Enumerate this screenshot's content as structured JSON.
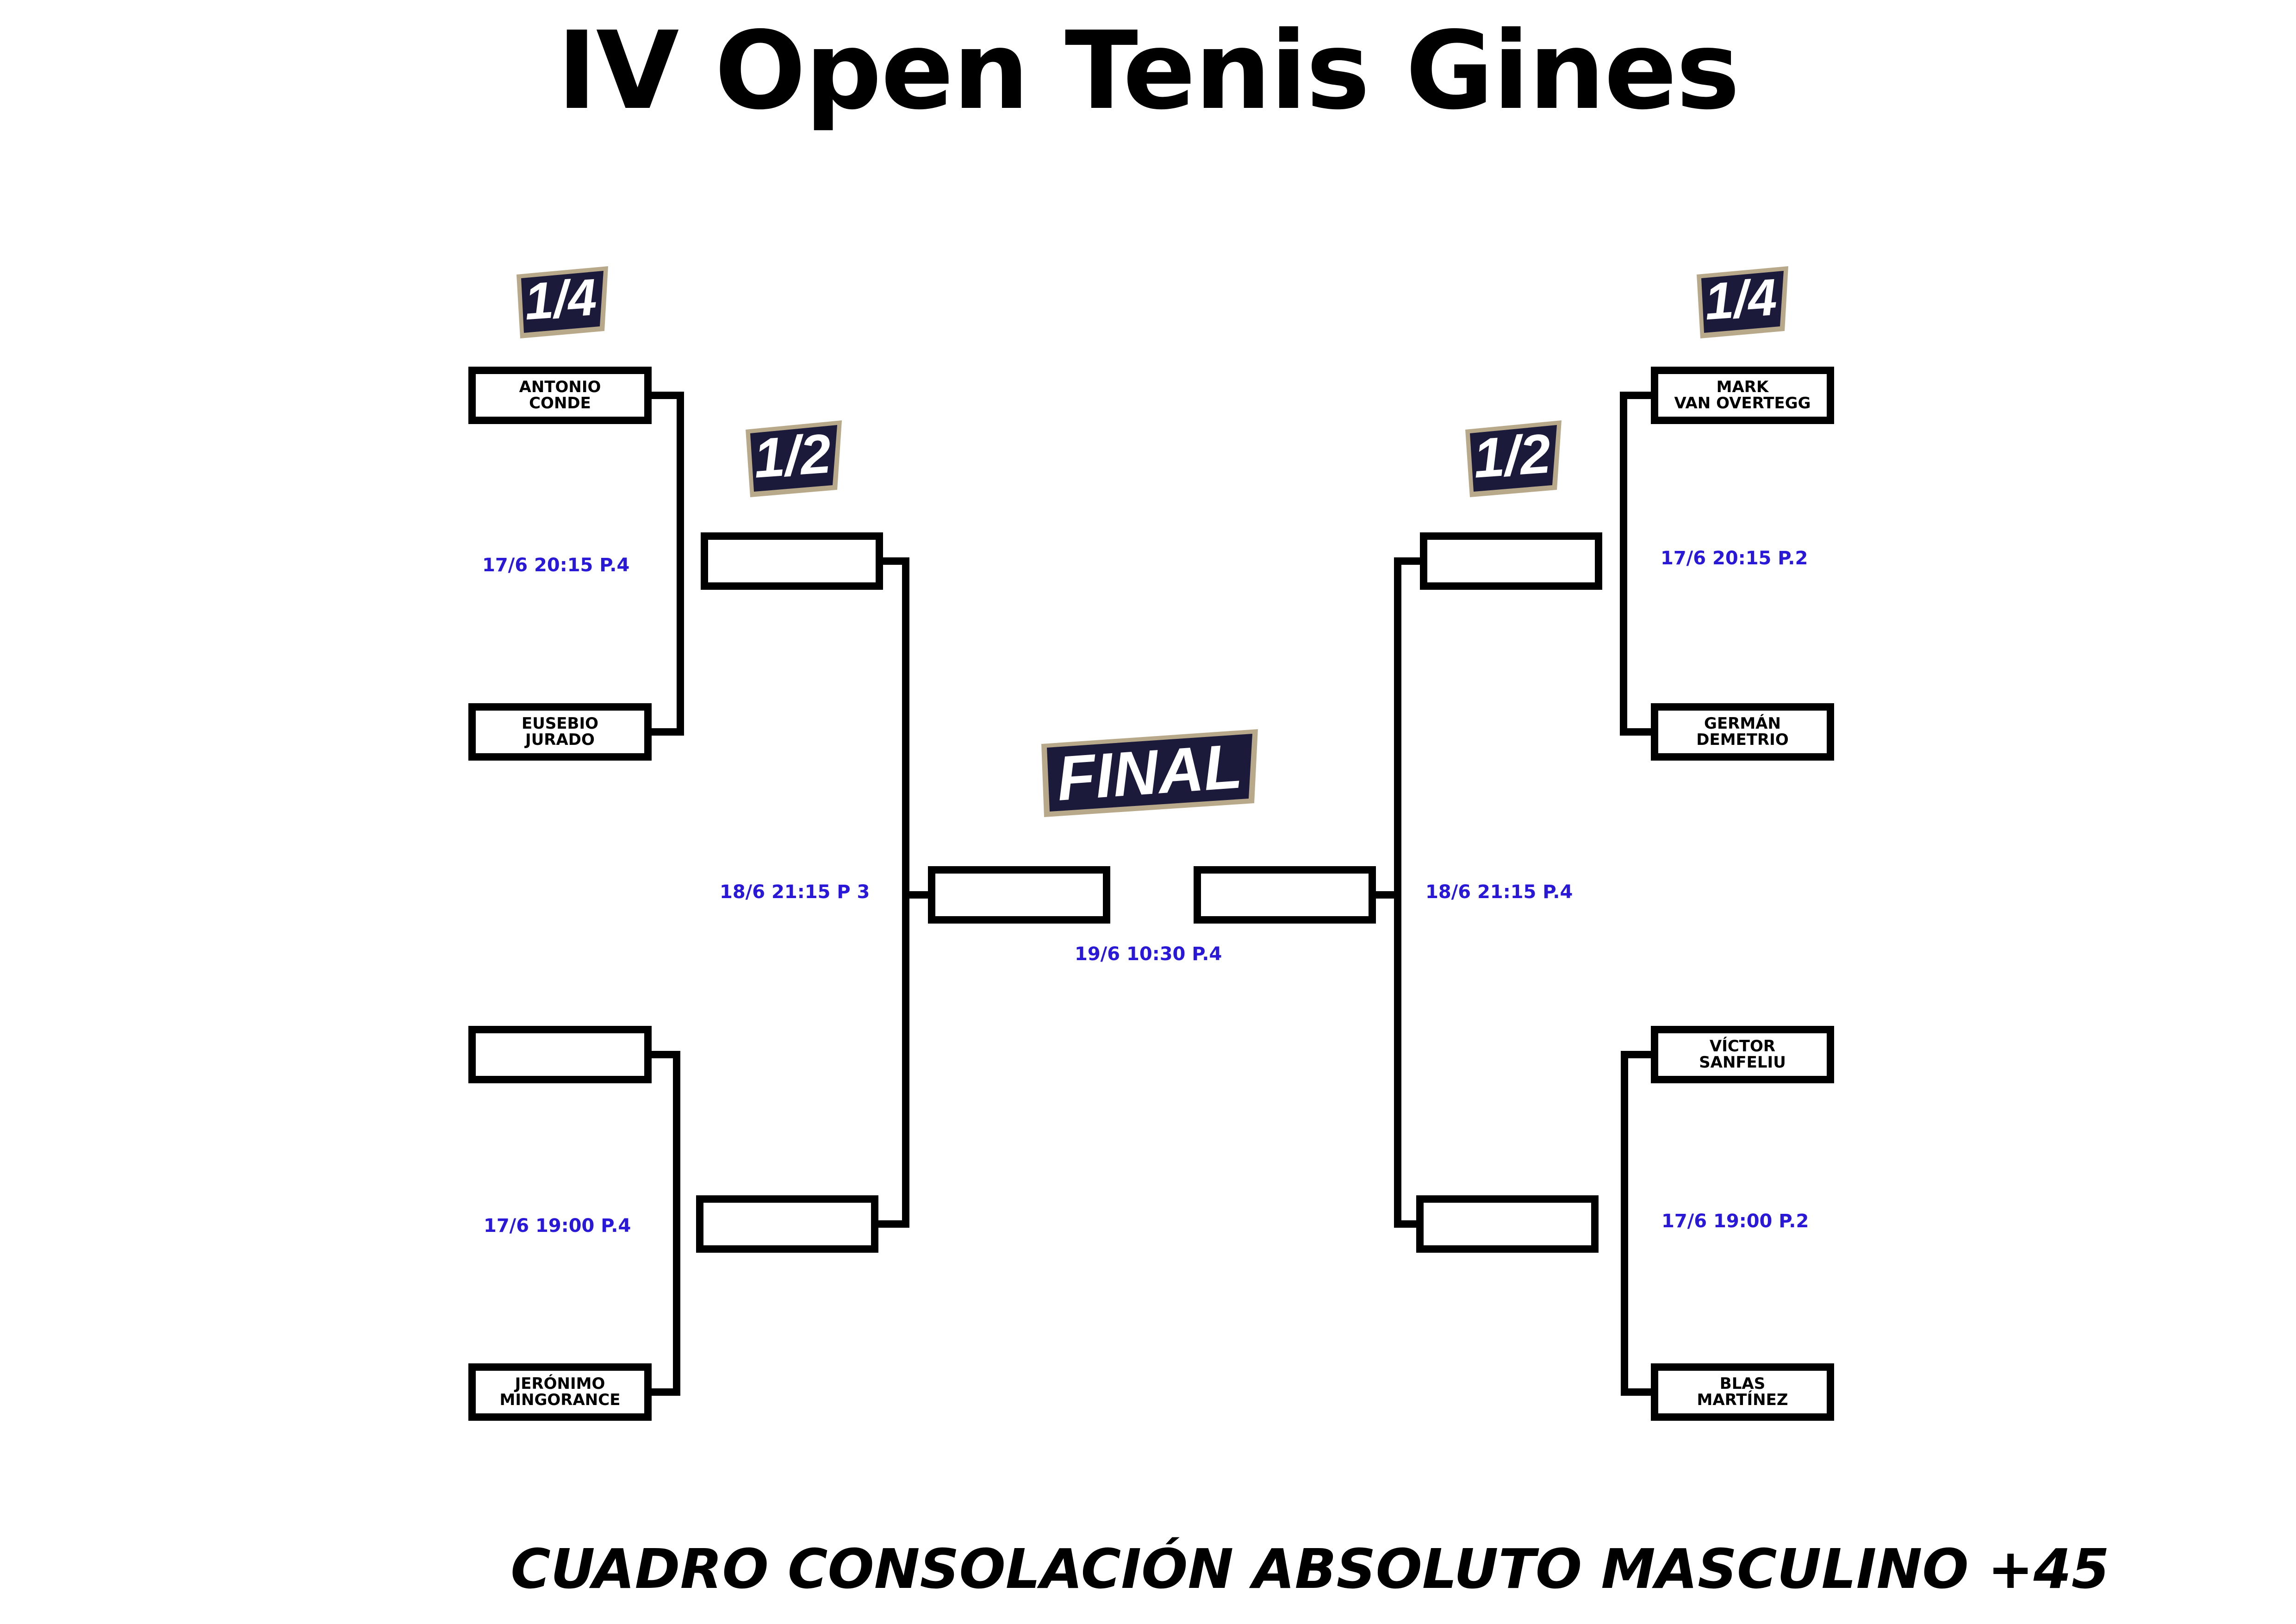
{
  "title": "IV Open Tenis Gines",
  "footer": "CUADRO CONSOLACIÓN ABSOLUTO MASCULINO +45",
  "round_labels": {
    "quarter": "1/4",
    "semi": "1/2",
    "final": "FINAL"
  },
  "players": {
    "left_qf1_top": [
      "ANTONIO",
      "CONDE"
    ],
    "left_qf1_bottom": [
      "EUSEBIO",
      "JURADO"
    ],
    "left_qf2_top": [
      "",
      ""
    ],
    "left_qf2_bottom": [
      "JERÓNIMO",
      "MINGORANCE"
    ],
    "right_qf1_top": [
      "MARK",
      "VAN OVERTEGG"
    ],
    "right_qf1_bottom": [
      "GERMÁN",
      "DEMETRIO"
    ],
    "right_qf2_top": [
      "VÍCTOR",
      "SANFELIU"
    ],
    "right_qf2_bottom": [
      "BLAS",
      "MARTÍNEZ"
    ]
  },
  "schedule": {
    "left_qf1": "17/6 20:15 P.4",
    "left_qf2": "17/6 19:00 P.4",
    "left_sf": "18/6 21:15 P 3",
    "right_qf1": "17/6 20:15 P.2",
    "right_qf2": "17/6 19:00 P.2",
    "right_sf": "18/6 21:15 P.4",
    "final": "19/6 10:30 P.4"
  },
  "colors": {
    "schedule_text": "#2a18d8",
    "badge_fill": "#1c1a3a",
    "badge_outline": "#b8a98a",
    "lines": "#000000"
  }
}
